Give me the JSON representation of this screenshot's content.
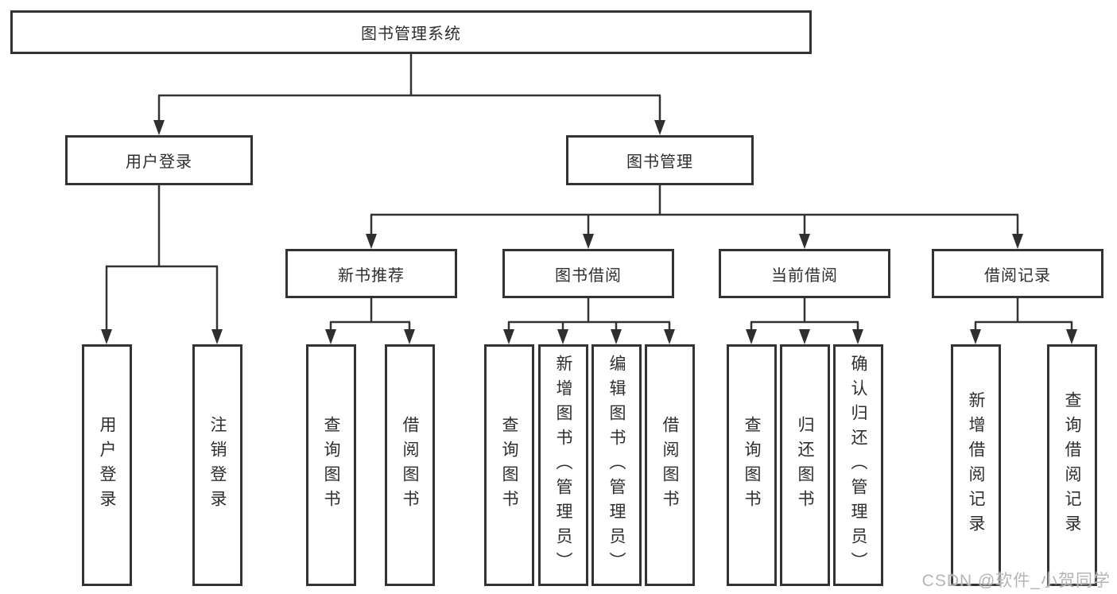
{
  "diagram": {
    "root": {
      "label": "图书管理系统"
    },
    "branches": [
      {
        "label": "用户登录",
        "children": [
          {
            "label": "用户登录"
          },
          {
            "label": "注销登录"
          }
        ]
      },
      {
        "label": "图书管理",
        "children": [
          {
            "label": "新书推荐",
            "children": [
              {
                "label": "查询图书"
              },
              {
                "label": "借阅图书"
              }
            ]
          },
          {
            "label": "图书借阅",
            "children": [
              {
                "label": "查询图书"
              },
              {
                "label": "新增图书（管理员）"
              },
              {
                "label": "编辑图书（管理员）"
              },
              {
                "label": "借阅图书"
              }
            ]
          },
          {
            "label": "当前借阅",
            "children": [
              {
                "label": "查询图书"
              },
              {
                "label": "归还图书"
              },
              {
                "label": "确认归还（管理员）"
              }
            ]
          },
          {
            "label": "借阅记录",
            "children": [
              {
                "label": "新增借阅记录"
              },
              {
                "label": "查询借阅记录"
              }
            ]
          }
        ]
      }
    ]
  },
  "watermark": {
    "text": "CSDN @软件_小贺同学"
  },
  "colors": {
    "line": "#333333",
    "box_border": "#333333",
    "box_fill": "#ffffff",
    "text": "#2e2e2e",
    "watermark": "#b5b5b5"
  }
}
